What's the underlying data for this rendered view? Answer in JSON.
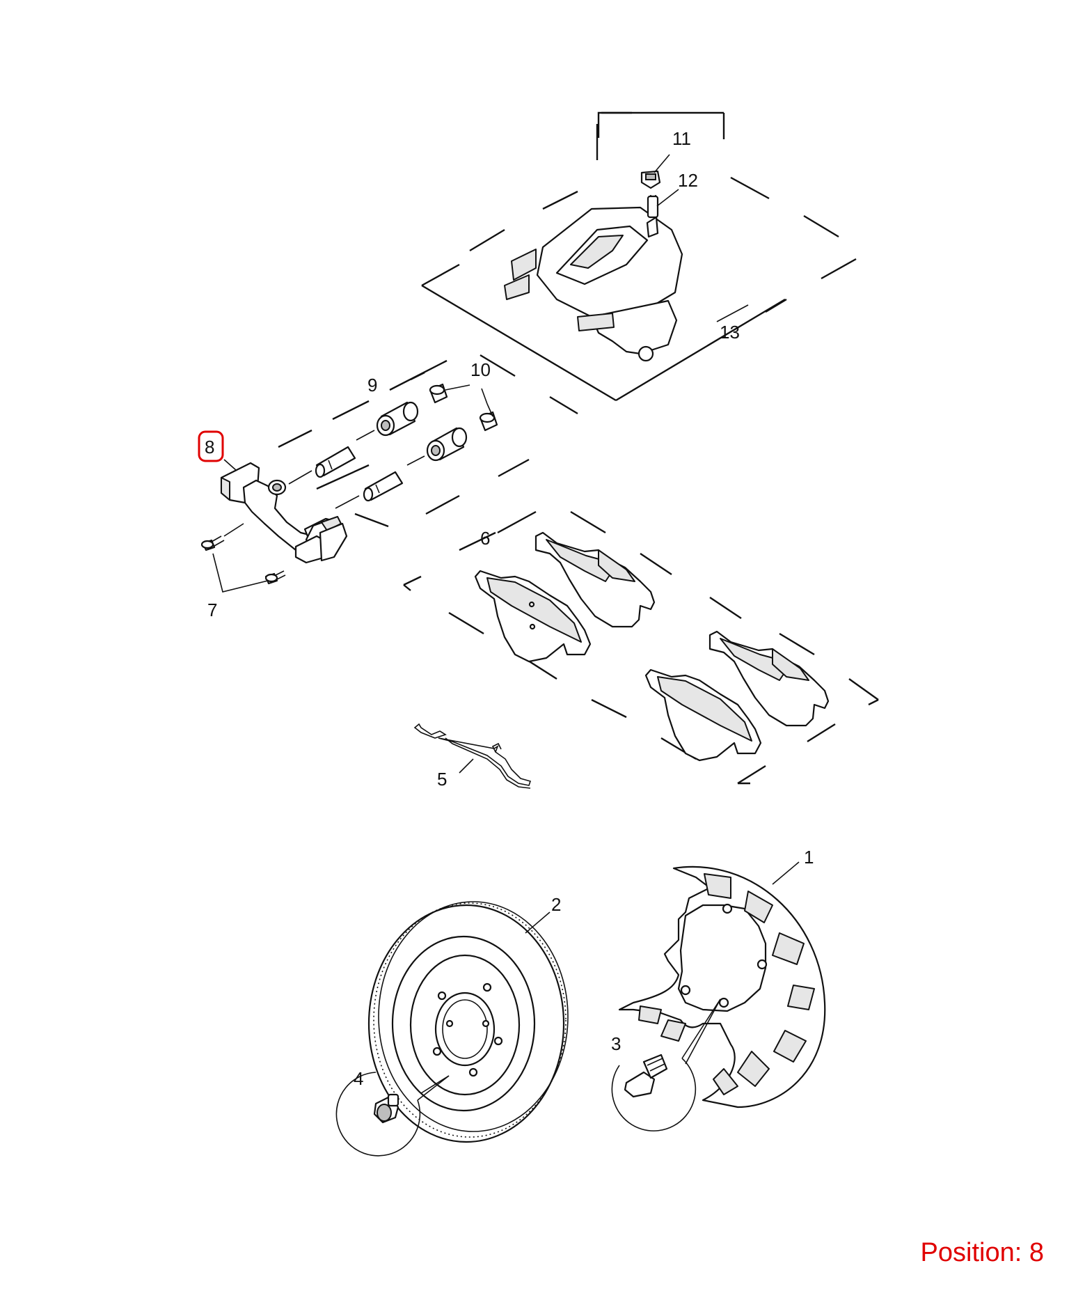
{
  "callouts": {
    "c1": "1",
    "c2": "2",
    "c3": "3",
    "c4": "4",
    "c5": "5",
    "c6": "6",
    "c7": "7",
    "c8": "8",
    "c9": "9",
    "c10": "10",
    "c11": "11",
    "c12": "12",
    "c13": "13"
  },
  "highlight": {
    "callout": "8",
    "color": "#e00000"
  },
  "position_label": "Position: 8"
}
